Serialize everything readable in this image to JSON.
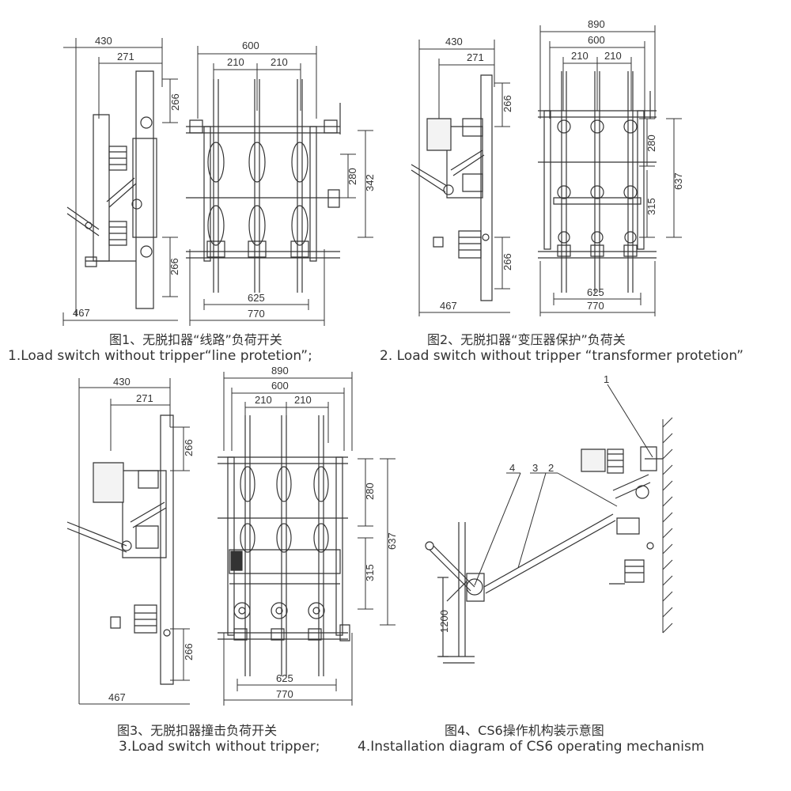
{
  "fig1": {
    "cn": "图1、无脱扣器“线路”负荷开关",
    "en": "1.Load switch without tripper“line protetion”;",
    "dims": {
      "d430": "430",
      "d271": "271",
      "d266a": "266",
      "d266b": "266",
      "d467": "467",
      "d600": "600",
      "d210a": "210",
      "d210b": "210",
      "d280": "280",
      "d342": "342",
      "d625": "625",
      "d770": "770"
    }
  },
  "fig2": {
    "cn": "图2、无脱扣器“变压器保护”负荷关",
    "en": "2. Load switch without tripper  “transformer protetion”",
    "dims": {
      "d430": "430",
      "d271": "271",
      "d266a": "266",
      "d266b": "266",
      "d467": "467",
      "d890": "890",
      "d600": "600",
      "d210a": "210",
      "d210b": "210",
      "d280": "280",
      "d315": "315",
      "d637": "637",
      "d625": "625",
      "d770": "770"
    }
  },
  "fig3": {
    "cn": "图3、无脱扣器撞击负荷开关",
    "en": "3.Load switch without tripper;",
    "dims": {
      "d430": "430",
      "d271": "271",
      "d266a": "266",
      "d266b": "266",
      "d467": "467",
      "d890": "890",
      "d600": "600",
      "d210a": "210",
      "d210b": "210",
      "d280": "280",
      "d315": "315",
      "d637": "637",
      "d625": "625",
      "d770": "770"
    }
  },
  "fig4": {
    "cn": "图4、CS6操作机构装示意图",
    "en": "4.Installation diagram of CS6 operating mechanism",
    "labels": {
      "l1": "1",
      "l2": "2",
      "l3": "3",
      "l4": "4",
      "d1200": "1200"
    }
  }
}
